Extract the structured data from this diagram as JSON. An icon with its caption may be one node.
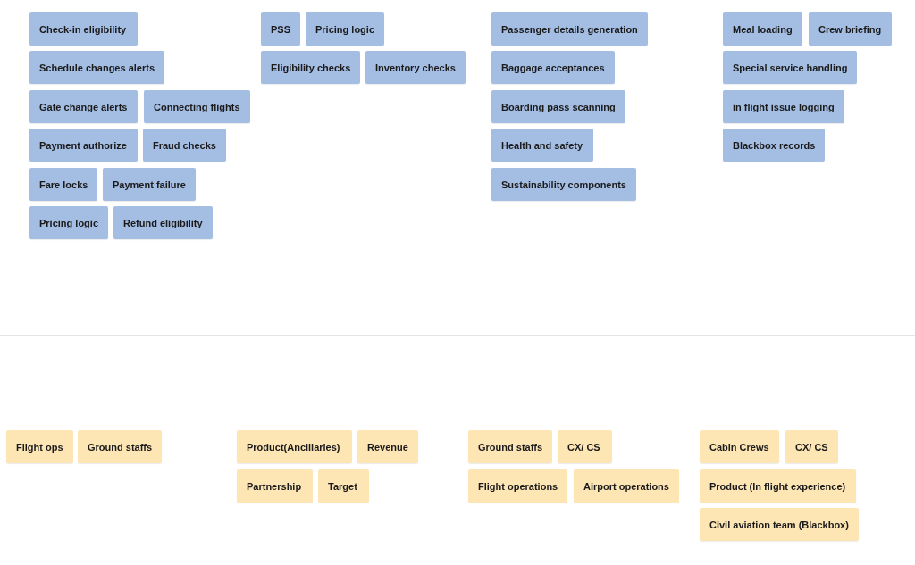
{
  "diagram": {
    "nodes": [
      {
        "text": [
          "Check-in eligibility"
        ]
      },
      {
        "text": [
          "Schedule changes alerts"
        ]
      },
      {
        "text": [
          "Gate change alerts"
        ]
      },
      {
        "text": [
          "Connecting flights"
        ]
      },
      {
        "text": [
          "Payment authorize"
        ]
      },
      {
        "text": [
          "Fraud checks"
        ]
      },
      {
        "text": [
          "Fare locks"
        ]
      },
      {
        "text": [
          "Payment failure"
        ]
      },
      {
        "text": [
          "Pricing logic"
        ]
      },
      {
        "text": [
          "Refund eligibility"
        ]
      },
      {
        "text": [
          "PSS"
        ]
      },
      {
        "text": [
          "Pricing logic"
        ]
      },
      {
        "text": [
          "Eligibility checks"
        ]
      },
      {
        "text": [
          "Inventory checks"
        ]
      },
      {
        "text": [
          "Passenger details generation"
        ]
      },
      {
        "text": [
          "Baggage acceptances"
        ]
      },
      {
        "text": [
          "Boarding pass scanning"
        ]
      },
      {
        "text": [
          "Health and safety"
        ]
      },
      {
        "text": [
          "Sustainability components"
        ]
      },
      {
        "text": [
          "Meal loading"
        ]
      },
      {
        "text": [
          "Crew briefing"
        ]
      },
      {
        "text": [
          "Special service handling"
        ]
      },
      {
        "text": [
          "in flight issue logging"
        ]
      },
      {
        "text": [
          "Blackbox records"
        ]
      },
      {
        "text": [
          "Flight ops"
        ]
      },
      {
        "text": [
          "Ground staffs"
        ]
      },
      {
        "text": [
          "Product(Ancillaries)"
        ]
      },
      {
        "text": [
          "Revenue"
        ]
      },
      {
        "text": [
          "Partnership"
        ]
      },
      {
        "text": [
          "Target"
        ]
      },
      {
        "text": [
          "Ground staffs"
        ]
      },
      {
        "text": [
          "CX/ CS"
        ]
      },
      {
        "text": [
          "Flight operations"
        ]
      },
      {
        "text": [
          "Airport operations"
        ]
      },
      {
        "text": [
          "Cabin Crews"
        ]
      },
      {
        "text": [
          "CX/ CS"
        ]
      },
      {
        "text": [
          "Product (In flight experience)"
        ]
      },
      {
        "text": [
          "Civil aviation team (Blackbox)"
        ]
      }
    ],
    "edges": []
  }
}
